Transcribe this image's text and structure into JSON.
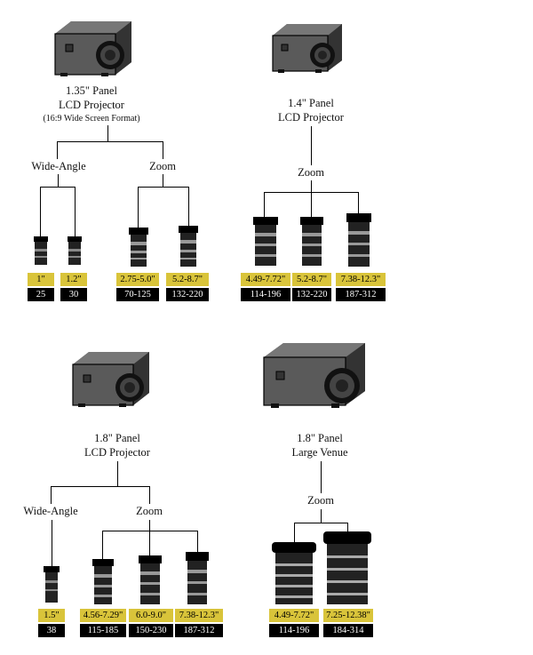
{
  "groups": [
    {
      "title": [
        "1.35\" Panel",
        "LCD Projector",
        "(16:9 Wide Screen Format)"
      ],
      "branches": [
        {
          "label": "Wide-Angle",
          "lenses": [
            {
              "focal": "1\"",
              "range": "25"
            },
            {
              "focal": "1.2\"",
              "range": "30"
            }
          ]
        },
        {
          "label": "Zoom",
          "lenses": [
            {
              "focal": "2.75-5.0\"",
              "range": "70-125"
            },
            {
              "focal": "5.2-8.7\"",
              "range": "132-220"
            }
          ]
        }
      ]
    },
    {
      "title": [
        "1.4\" Panel",
        "LCD Projector"
      ],
      "branches": [
        {
          "label": "Zoom",
          "lenses": [
            {
              "focal": "4.49-7.72\"",
              "range": "114-196"
            },
            {
              "focal": "5.2-8.7\"",
              "range": "132-220"
            },
            {
              "focal": "7.38-12.3\"",
              "range": "187-312"
            }
          ]
        }
      ]
    },
    {
      "title": [
        "1.8\" Panel",
        "LCD Projector"
      ],
      "branches": [
        {
          "label": "Wide-Angle",
          "lenses": [
            {
              "focal": "1.5\"",
              "range": "38"
            }
          ]
        },
        {
          "label": "Zoom",
          "lenses": [
            {
              "focal": "4.56-7.29\"",
              "range": "115-185"
            },
            {
              "focal": "6.0-9.0\"",
              "range": "150-230"
            },
            {
              "focal": "7.38-12.3\"",
              "range": "187-312"
            }
          ]
        }
      ]
    },
    {
      "title": [
        "1.8\" Panel",
        "Large Venue"
      ],
      "branches": [
        {
          "label": "Zoom",
          "lenses": [
            {
              "focal": "4.49-7.72\"",
              "range": "114-196"
            },
            {
              "focal": "7.25-12.38\"",
              "range": "184-314"
            }
          ]
        }
      ]
    }
  ]
}
